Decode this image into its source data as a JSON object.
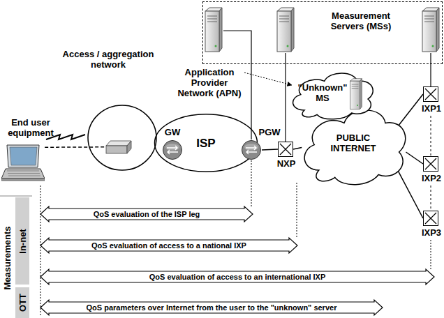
{
  "diagram": {
    "nodes": [
      {
        "text": [
          "Measurement Servers (MSs)"
        ]
      },
      {
        "text": [
          "\"Unknown\" MS"
        ]
      },
      {
        "text": [
          "PUBLIC INTERNET"
        ]
      },
      {
        "text": [
          "IXP1"
        ]
      },
      {
        "text": [
          "IXP2"
        ]
      },
      {
        "text": [
          "IXP3"
        ]
      },
      {
        "text": [
          "End user equipment"
        ]
      },
      {
        "text": [
          "Access / aggregation network"
        ]
      },
      {
        "text": [
          "ISP"
        ]
      },
      {
        "text": [
          "GW"
        ]
      },
      {
        "text": [
          "PGW"
        ]
      },
      {
        "text": [
          "NXP"
        ]
      },
      {
        "text": [
          "Application Provider Network (APN)"
        ]
      },
      {
        "text": [
          "Measurements"
        ]
      },
      {
        "text": [
          "In-net"
        ]
      },
      {
        "text": [
          "OTT"
        ]
      },
      {
        "text": [
          "QoS evaluation of the ISP leg"
        ]
      },
      {
        "text": [
          "QoS evaluation of access to a national IXP"
        ]
      },
      {
        "text": [
          "QoS evaluation of access to an international IXP"
        ]
      },
      {
        "text": [
          "QoS parameters over Internet from the user to the \"unknown\" server"
        ]
      }
    ],
    "edges": [
      {
        "from": 6,
        "to": 7,
        "arrow": "none"
      },
      {
        "from": 10,
        "to": 11,
        "arrow": "none"
      },
      {
        "from": 11,
        "to": 2,
        "arrow": "none"
      },
      {
        "from": 2,
        "to": 3,
        "arrow": "none"
      },
      {
        "from": 2,
        "to": 4,
        "arrow": "none"
      },
      {
        "from": 2,
        "to": 5,
        "arrow": "none"
      },
      {
        "from": 12,
        "to": 1,
        "arrow": "to"
      }
    ]
  }
}
